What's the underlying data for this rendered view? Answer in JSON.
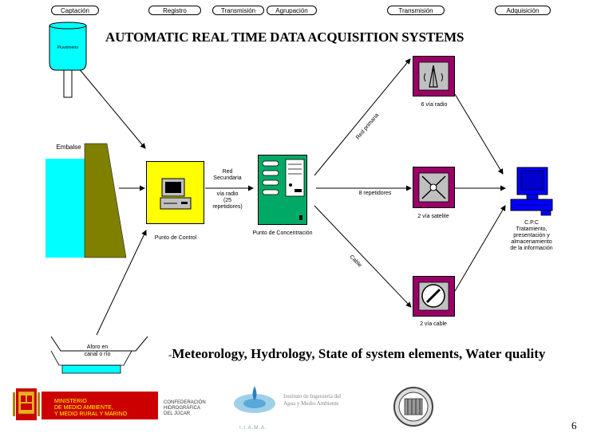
{
  "stages": [
    "Captación",
    "Registro",
    "Transmisión",
    "Agrupación",
    "Transmisión",
    "Adquisición"
  ],
  "title": "AUTOMATIC REAL TIME DATA ACQUISITION SYSTEMS",
  "nodes": {
    "pluviometer": "Pluviómetro",
    "reservoir": "Embalse",
    "control_point": "Punto de Control",
    "concentration_point": "Punto de Concentración",
    "gauge_label_line1": "Aforo en",
    "gauge_label_line2": "canal o río",
    "radio_station": "6 vía radio",
    "satellite_station": "2 vía satelite",
    "cable_station": "2 vía cable",
    "cpc_line1": "C.P.C",
    "cpc_line2": "Tratamiento,",
    "cpc_line3": "presentación y",
    "cpc_line4": "almacenamiento",
    "cpc_line5": "de la información"
  },
  "links": {
    "secondary_line1": "Red",
    "secondary_line2": "Secundaria",
    "secondary_line3": "vía radio",
    "secondary_line4": "(25",
    "secondary_line5": "repetidores)",
    "primary_net": "Red primaria",
    "repeaters": "8 repetidores",
    "cable": "Cable"
  },
  "subtitle_dash": "-",
  "subtitle": "Meteorology, Hydrology, State of system elements, Water quality",
  "footer": {
    "ministry_line1": "MINISTERIO",
    "ministry_line2": "DE MEDIO AMBIENTE,",
    "ministry_line3": "Y MEDIO RURAL Y MARINO",
    "confed_line1": "CONFEDERACIÓN",
    "confed_line2": "HIDROGRÁFICA",
    "confed_line3": "DEL JÚCAR",
    "iiama_abbr": "I.I.A.M.A.",
    "iiama_line1": "Instituto de Ingeniería del",
    "iiama_line2": "Agua y Medio Ambiente",
    "page_number": "6"
  },
  "colors": {
    "water_cyan": "#00ffff",
    "dam_olive": "#808000",
    "control_yellow": "#ffff00",
    "concentration_green": "#00aa66",
    "station_purple": "#990066",
    "cpc_blue": "#0000ff",
    "footer_red": "#cc0000"
  }
}
